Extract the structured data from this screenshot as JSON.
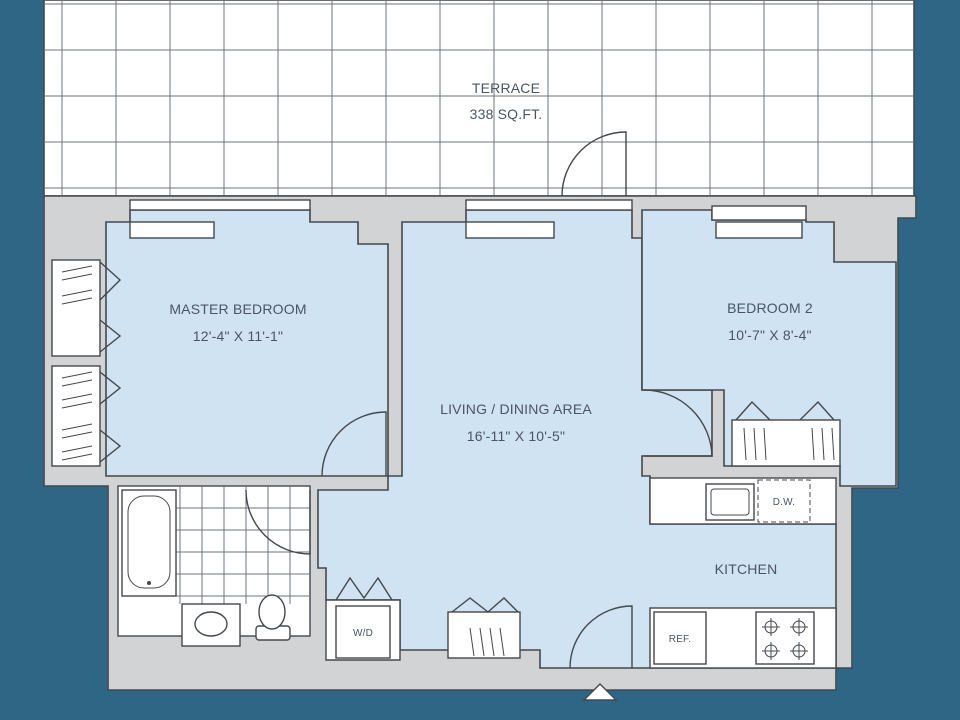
{
  "rooms": {
    "terrace": {
      "name": "TERRACE",
      "size": "338 SQ.FT."
    },
    "master_bedroom": {
      "name": "MASTER BEDROOM",
      "size": "12'-4\" X 11'-1\""
    },
    "living_dining": {
      "name": "LIVING / DINING AREA",
      "size": "16'-11\" X 10'-5\""
    },
    "bedroom2": {
      "name": "BEDROOM 2",
      "size": "10'-7\" X 8'-4\""
    },
    "kitchen": {
      "name": "KITCHEN"
    }
  },
  "fixtures": {
    "dishwasher": "D.W.",
    "washer_dryer": "W/D",
    "refrigerator": "REF."
  },
  "colors": {
    "background": "#2f6585",
    "room_fill": "#cfe3f2",
    "wall_fill": "#d1d3d5",
    "terrace_fill": "#ffffff",
    "line": "#44484c"
  }
}
